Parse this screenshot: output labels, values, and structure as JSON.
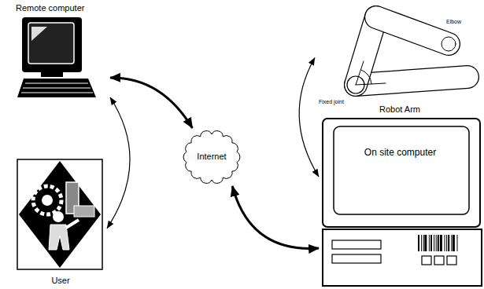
{
  "diagram": {
    "nodes": [
      {
        "text": [
          "Remote computer"
        ]
      },
      {
        "text": [
          "User"
        ]
      },
      {
        "text": [
          "Internet"
        ]
      },
      {
        "text": [
          "Robot Arm"
        ]
      },
      {
        "text": [
          "On site computer"
        ]
      }
    ],
    "edges": [
      {
        "from": 0,
        "to": 2,
        "arrow": "both"
      },
      {
        "from": 0,
        "to": 1,
        "arrow": "both"
      },
      {
        "from": 2,
        "to": 4,
        "arrow": "both"
      },
      {
        "from": 3,
        "to": 4,
        "arrow": "both"
      }
    ],
    "labels": [
      "Elbow",
      "Fixed joint"
    ]
  }
}
